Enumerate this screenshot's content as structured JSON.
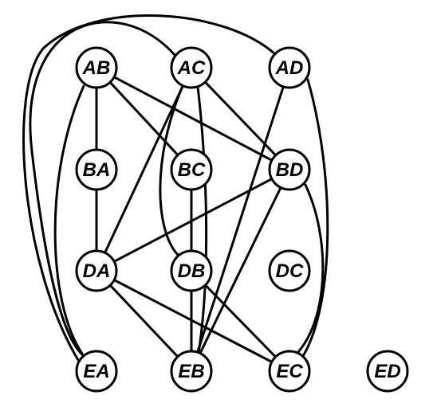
{
  "nodes": [
    {
      "id": "AB",
      "label": "AB"
    },
    {
      "id": "AC",
      "label": "AC"
    },
    {
      "id": "AD",
      "label": "AD"
    },
    {
      "id": "BA",
      "label": "BA"
    },
    {
      "id": "BC",
      "label": "BC"
    },
    {
      "id": "BD",
      "label": "BD"
    },
    {
      "id": "DA",
      "label": "DA"
    },
    {
      "id": "DB",
      "label": "DB"
    },
    {
      "id": "DC",
      "label": "DC"
    },
    {
      "id": "EA",
      "label": "EA"
    },
    {
      "id": "EB",
      "label": "EB"
    },
    {
      "id": "EC",
      "label": "EC"
    },
    {
      "id": "ED",
      "label": "ED"
    }
  ],
  "edges": [
    [
      "AB",
      "BC"
    ],
    [
      "AB",
      "BD"
    ],
    [
      "AB",
      "DA"
    ],
    [
      "AB",
      "EA"
    ],
    [
      "AC",
      "DA"
    ],
    [
      "AC",
      "DB"
    ],
    [
      "AC",
      "BD"
    ],
    [
      "AC",
      "EB"
    ],
    [
      "AC",
      "EA"
    ],
    [
      "AD",
      "EA"
    ],
    [
      "AD",
      "EB"
    ],
    [
      "AD",
      "EC"
    ],
    [
      "BC",
      "DB"
    ],
    [
      "BC",
      "EB"
    ],
    [
      "BD",
      "DA"
    ],
    [
      "BD",
      "EB"
    ],
    [
      "BD",
      "EC"
    ],
    [
      "DA",
      "EB"
    ],
    [
      "DA",
      "EC"
    ],
    [
      "DB",
      "EC"
    ]
  ]
}
